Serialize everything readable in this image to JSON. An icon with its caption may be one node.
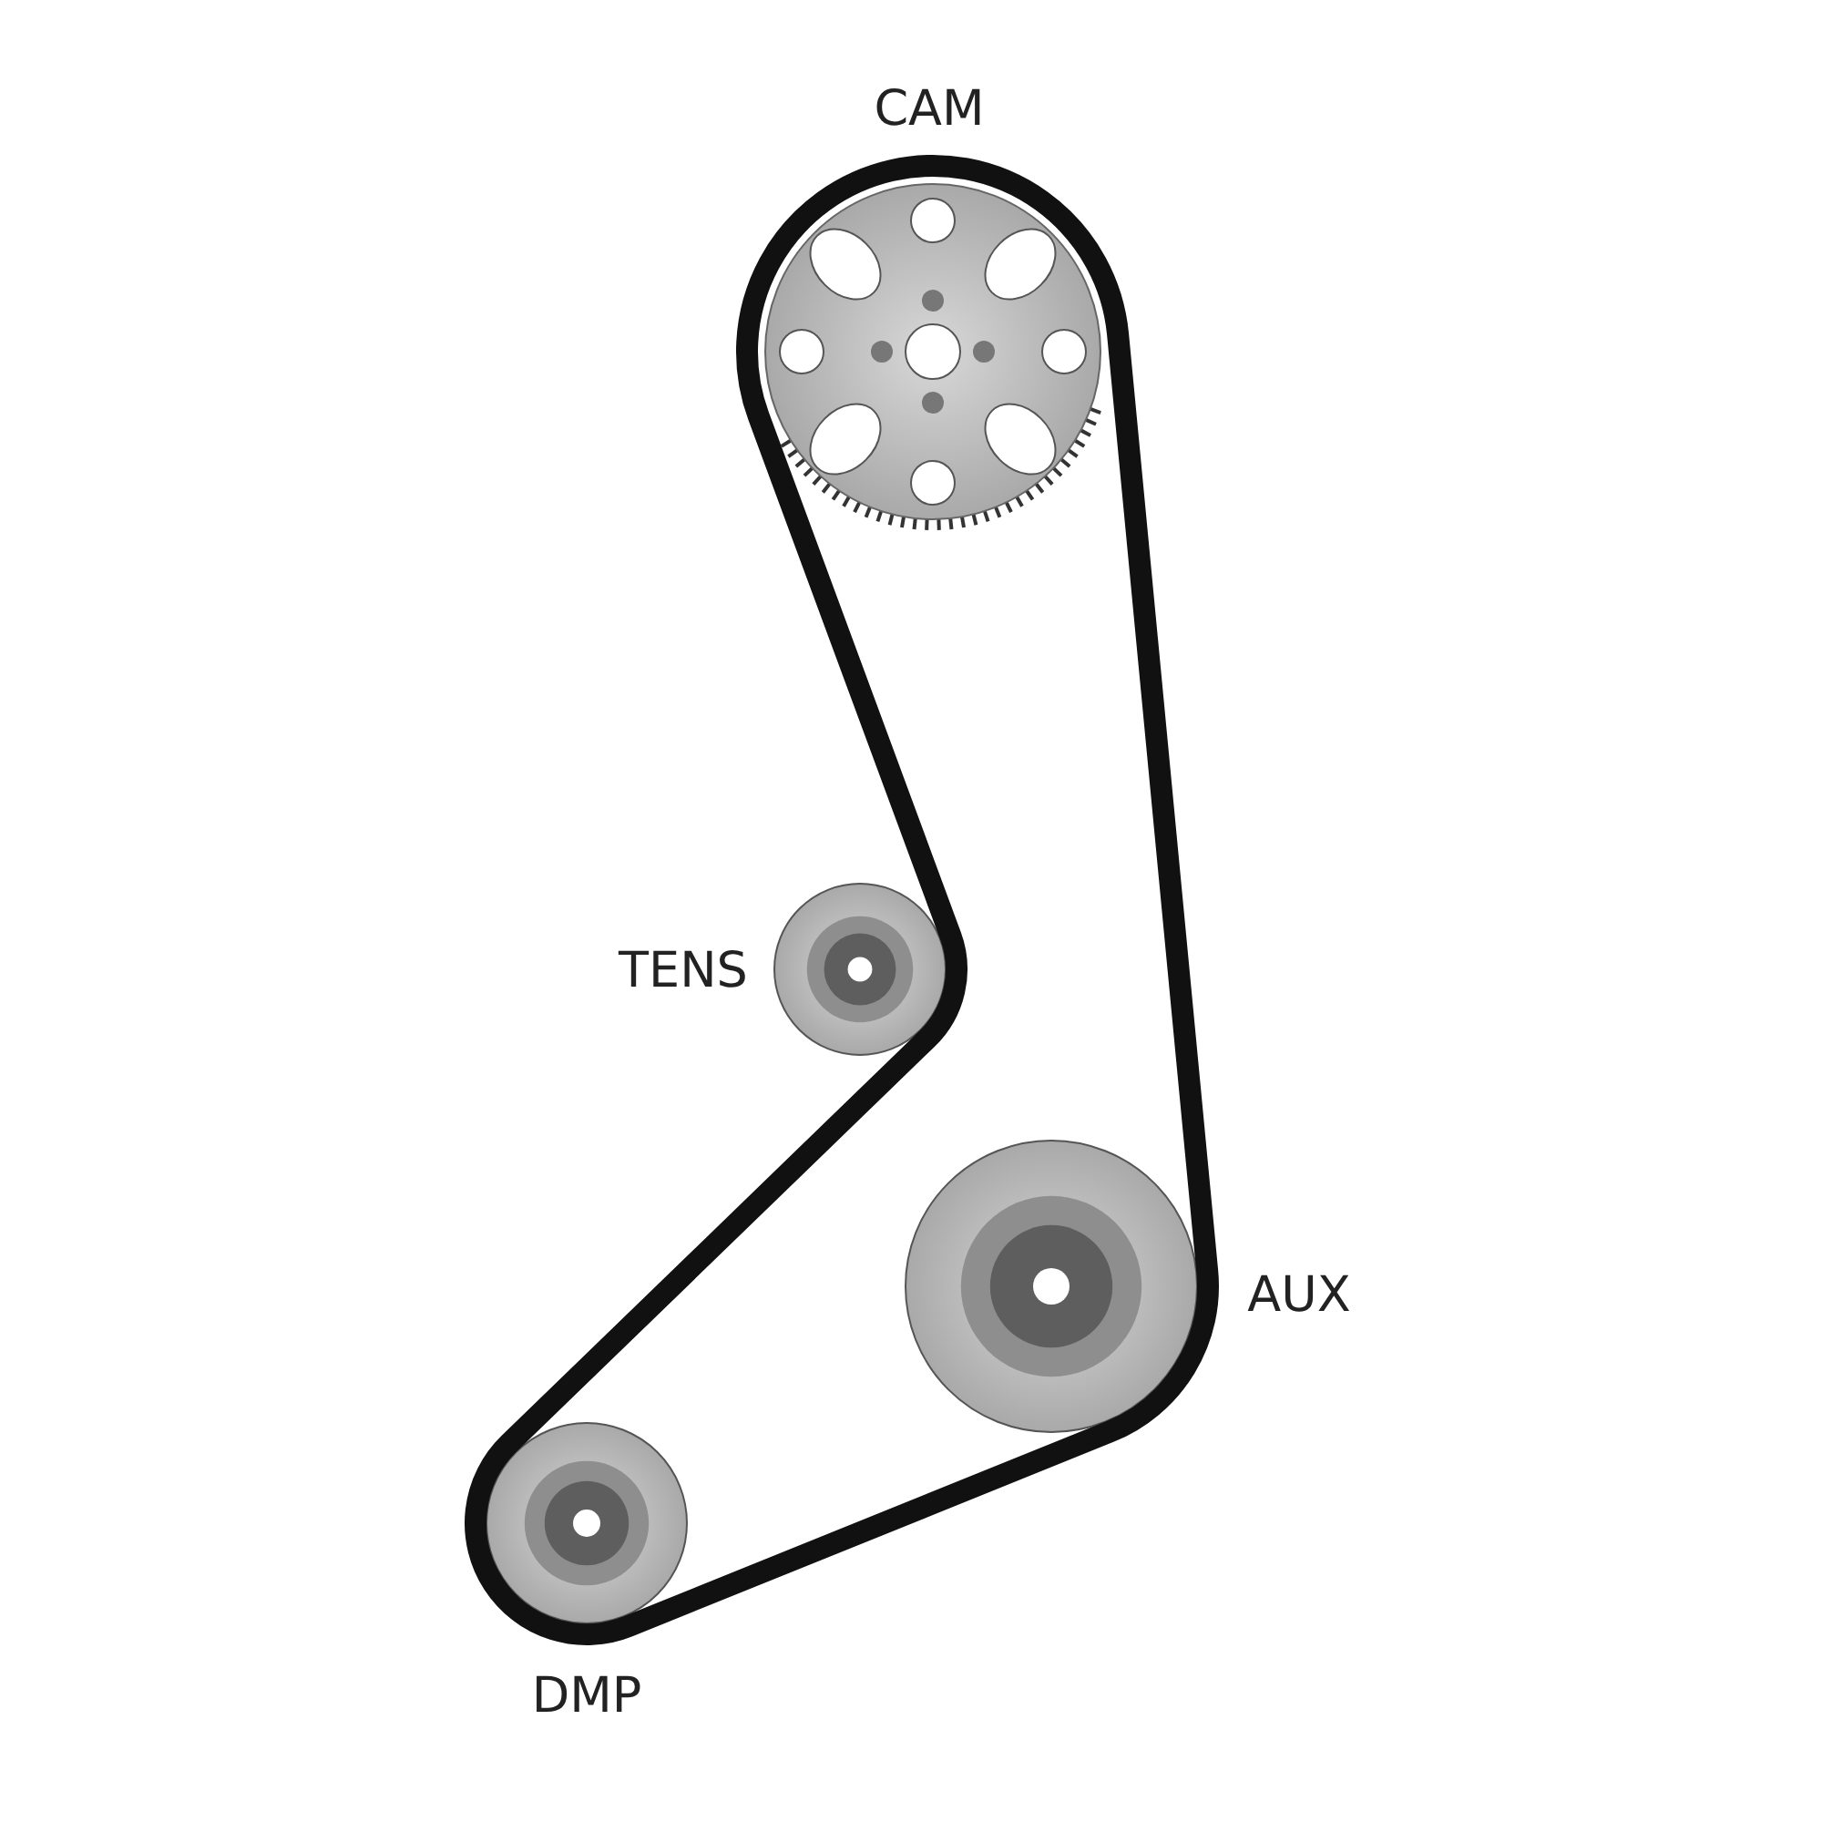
{
  "diagram": {
    "labels": [
      "CAM",
      "TENS",
      "AUX",
      "DMP"
    ]
  }
}
